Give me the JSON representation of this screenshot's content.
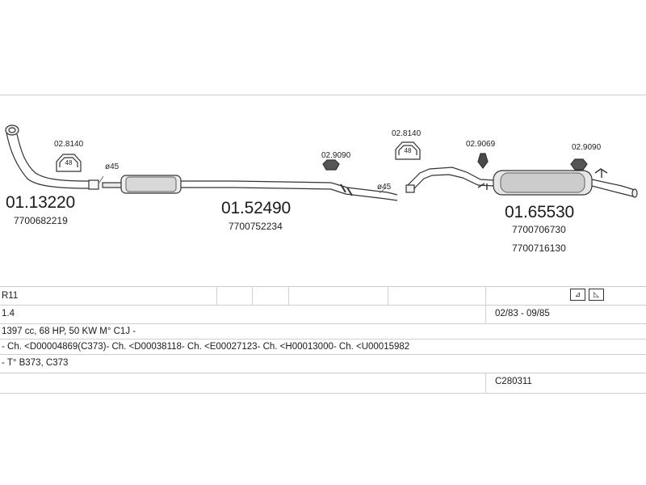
{
  "parts": {
    "front_pipe": {
      "code": "01.13220",
      "oem": "7700682219"
    },
    "mid_silencer": {
      "code": "01.52490",
      "oem": "7700752234"
    },
    "rear_silencer": {
      "code": "01.65530",
      "oem": [
        "7700706730",
        "7700716130"
      ]
    }
  },
  "accessories": {
    "clamp_left": "02.8140",
    "clamp_right": "02.8140",
    "mount_mid": "02.9090",
    "mount_rear_a": "02.9069",
    "mount_rear_b": "02.9090"
  },
  "diameters": {
    "left": "ø45",
    "right": "ø45"
  },
  "clamp_badge": "48",
  "info": {
    "model": "R11",
    "engine_size": "1.4",
    "years": "02/83 - 09/85",
    "engine_details": "1397 cc, 68 HP, 50 KW M° C1J -",
    "chassis": "- Ch. <D00004869(C373)- Ch. <D00038118- Ch. <E00027123- Ch. <H00013000- Ch. <U00015982",
    "types": "- T° B373, C373",
    "catalogue_ref": "C280311"
  },
  "icons": [
    "left-hand-drive-icon",
    "right-hand-drive-icon"
  ]
}
